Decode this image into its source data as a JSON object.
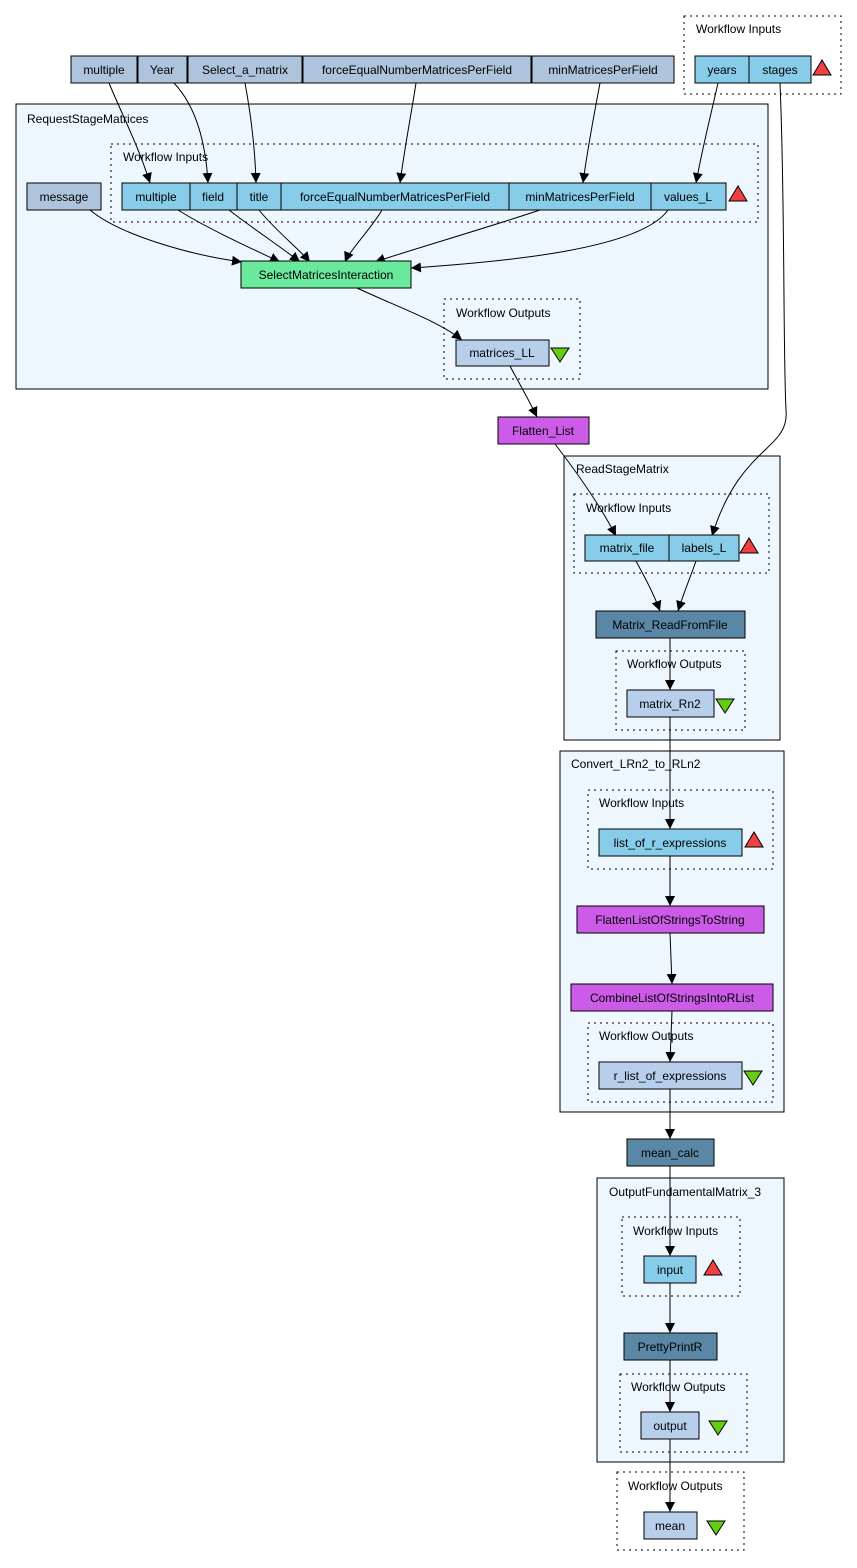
{
  "colors": {
    "constant": "#aec3dc",
    "input_port": "#87cdea",
    "output_port": "#b8cfec",
    "interaction": "#6ae89c",
    "beanshell": "#cc5ce8",
    "rshell": "#5b87a6",
    "subworkflow_bg": "#eef6fe",
    "input_triangle": "#f04040",
    "output_triangle": "#66cc11"
  },
  "top_constants": [
    "multiple",
    "Year",
    "Select_a_matrix",
    "forceEqualNumberMatricesPerField",
    "minMatricesPerField"
  ],
  "top_workflow_inputs": {
    "title": "Workflow Inputs",
    "ports": [
      "years",
      "stages"
    ]
  },
  "request_stage_matrices": {
    "title": "RequestStageMatrices",
    "message": "message",
    "inputs_title": "Workflow Inputs",
    "inputs": [
      "multiple",
      "field",
      "title",
      "forceEqualNumberMatricesPerField",
      "minMatricesPerField",
      "values_L"
    ],
    "processor": "SelectMatricesInteraction",
    "outputs_title": "Workflow Outputs",
    "output": "matrices_LL"
  },
  "flatten_list": "Flatten_List",
  "read_stage_matrix": {
    "title": "ReadStageMatrix",
    "inputs_title": "Workflow Inputs",
    "inputs": [
      "matrix_file",
      "labels_L"
    ],
    "processor": "Matrix_ReadFromFile",
    "outputs_title": "Workflow Outputs",
    "output": "matrix_Rn2"
  },
  "convert": {
    "title": "Convert_LRn2_to_RLn2",
    "inputs_title": "Workflow Inputs",
    "input": "list_of_r_expressions",
    "processor1": "FlattenListOfStringsToString",
    "processor2": "CombineListOfStringsIntoRList",
    "outputs_title": "Workflow Outputs",
    "output": "r_list_of_expressions"
  },
  "mean_calc": "mean_calc",
  "output_fundamental": {
    "title": "OutputFundamentalMatrix_3",
    "inputs_title": "Workflow Inputs",
    "input": "input",
    "processor": "PrettyPrintR",
    "outputs_title": "Workflow Outputs",
    "output": "output"
  },
  "final_outputs": {
    "title": "Workflow Outputs",
    "port": "mean"
  }
}
